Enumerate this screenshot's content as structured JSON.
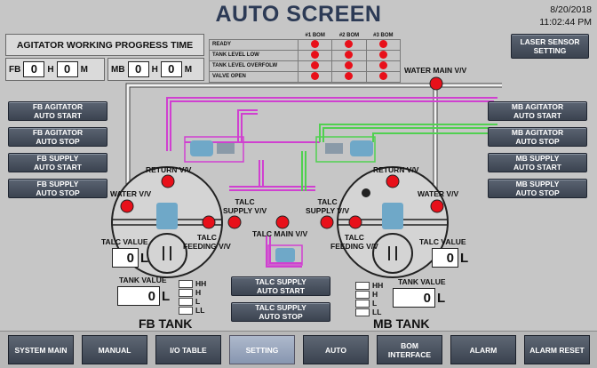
{
  "header": {
    "title": "AUTO SCREEN",
    "date": "8/20/2018",
    "time": "11:02:44 PM"
  },
  "progress": {
    "title": "AGITATOR WORKING PROGRESS TIME",
    "fb": {
      "label": "FB",
      "h_value": "0",
      "h_unit": "H",
      "m_value": "0",
      "m_unit": "M"
    },
    "mb": {
      "label": "MB",
      "h_value": "0",
      "h_unit": "H",
      "m_value": "0",
      "m_unit": "M"
    }
  },
  "status_table": {
    "columns": [
      "#1 BOM",
      "#2 BOM",
      "#3 BOM"
    ],
    "rows": [
      "READY",
      "TANK LEVEL LOW",
      "TANK LEVEL OVERFOLW",
      "VALVE OPEN"
    ],
    "indicator_color": "#e8101a"
  },
  "left_buttons": [
    "FB AGITATOR\nAUTO START",
    "FB AGITATOR\nAUTO STOP",
    "FB SUPPLY\nAUTO START",
    "FB SUPPLY\nAUTO STOP"
  ],
  "right_buttons": [
    "LASER SENSOR\nSETTING",
    "MB AGITATOR\nAUTO START",
    "MB AGITATOR\nAUTO STOP",
    "MB SUPPLY\nAUTO START",
    "MB SUPPLY\nAUTO STOP"
  ],
  "center_buttons": [
    "TALC SUPPLY\nAUTO START",
    "TALC SUPPLY\nAUTO STOP"
  ],
  "diagram_labels": {
    "water_main": "WATER MAIN V/V",
    "return_left": "RETURN V/V",
    "return_right": "RETURN V/V",
    "water_left": "WATER V/V",
    "water_right": "WATER V/V",
    "talc_supply_left": "TALC\nSUPPLY V/V",
    "talc_supply_right": "TALC\nSUPPLY V/V",
    "talc_feeding_left": "TALC\nFEEDING V/V",
    "talc_feeding_right": "TALC\nFEEDING V/V",
    "talc_main": "TALC MAIN V/V"
  },
  "fb_tank": {
    "name": "FB TANK",
    "talc_label": "TALC VALUE",
    "talc_value": "0",
    "talc_unit": "L",
    "tank_label": "TANK VALUE",
    "tank_value": "0",
    "tank_unit": "L",
    "levels": [
      "HH",
      "H",
      "L",
      "LL"
    ]
  },
  "mb_tank": {
    "name": "MB TANK",
    "talc_label": "TALC VALUE",
    "talc_value": "0",
    "talc_unit": "L",
    "tank_label": "TANK VALUE",
    "tank_value": "0",
    "tank_unit": "L",
    "levels": [
      "HH",
      "H",
      "L",
      "LL"
    ]
  },
  "nav": {
    "items": [
      "SYSTEM MAIN",
      "MANUAL",
      "I/O TABLE",
      "SETTING",
      "AUTO",
      "BOM\nINTERFACE",
      "ALARM",
      "ALARM RESET"
    ],
    "active": "SETTING"
  },
  "colors": {
    "valve_red": "#e8101a",
    "pipe_magenta": "#d040d0",
    "pipe_green": "#50d050",
    "pump_blue": "#6fa8c8"
  }
}
